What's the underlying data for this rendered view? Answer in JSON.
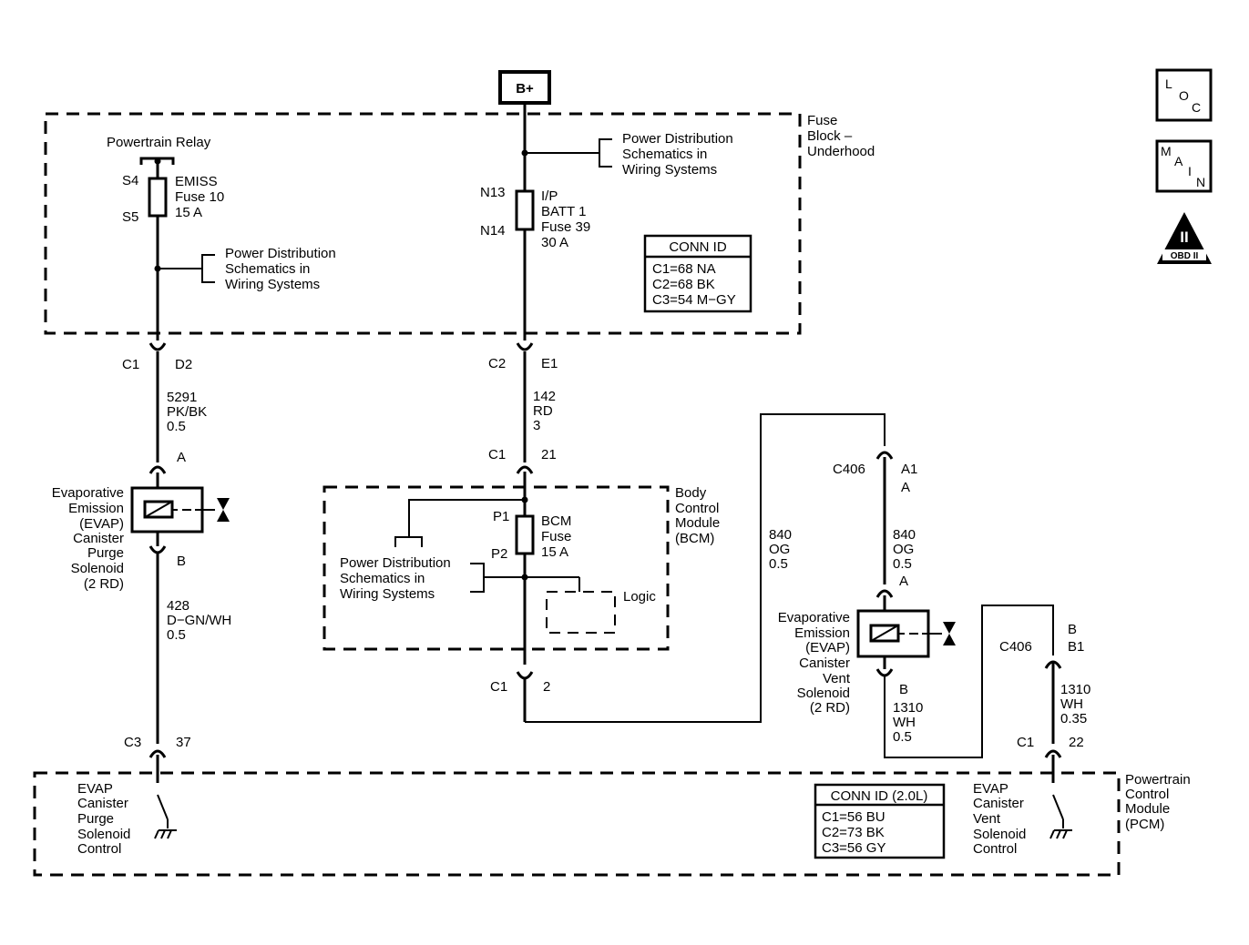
{
  "bplus": "B+",
  "fuse_block": {
    "l1": "Fuse",
    "l2": "Block –",
    "l3": "Underhood"
  },
  "relay": "Powertrain Relay",
  "emiss": {
    "s4": "S4",
    "s5": "S5",
    "l1": "EMISS",
    "l2": "Fuse 10",
    "l3": "15 A"
  },
  "pd_text": {
    "l1": "Power Distribution",
    "l2": "Schematics in",
    "l3": "Wiring Systems"
  },
  "ip_fuse": {
    "n13": "N13",
    "n14": "N14",
    "l1": "I/P",
    "l2": "BATT 1",
    "l3": "Fuse 39",
    "l4": "30 A"
  },
  "conn_id_fb": {
    "title": "CONN ID",
    "l1": "C1=68 NA",
    "l2": "C2=68 BK",
    "l3": "C3=54 M−GY"
  },
  "conns": {
    "c1_left": "C1",
    "d2": "D2",
    "c2": "C2",
    "e1": "E1",
    "c1_bcm_top": "C1",
    "p21": "21",
    "c1_bcm_bot": "C1",
    "p2": "2",
    "c406_a": "C406",
    "a1": "A1",
    "a_top": "A",
    "a_vent": "A",
    "b_vent": "B",
    "c406_b": "C406",
    "b_top": "B",
    "b1": "B1",
    "c3": "C3",
    "p37": "37",
    "c1_pcm": "C1",
    "p22": "22",
    "a_purge": "A",
    "b_purge": "B"
  },
  "wires": {
    "w5291": {
      "num": "5291",
      "color": "PK/BK",
      "size": "0.5"
    },
    "w142": {
      "num": "142",
      "color": "RD",
      "size": "3"
    },
    "w428": {
      "num": "428",
      "color": "D−GN/WH",
      "size": "0.5"
    },
    "w840a": {
      "num": "840",
      "color": "OG",
      "size": "0.5"
    },
    "w840b": {
      "num": "840",
      "color": "OG",
      "size": "0.5"
    },
    "w1310a": {
      "num": "1310",
      "color": "WH",
      "size": "0.5"
    },
    "w1310b": {
      "num": "1310",
      "color": "WH",
      "size": "0.35"
    }
  },
  "purge": {
    "l1": "Evaporative",
    "l2": "Emission",
    "l3": "(EVAP)",
    "l4": "Canister",
    "l5": "Purge",
    "l6": "Solenoid",
    "l7": "(2 RD)"
  },
  "vent": {
    "l1": "Evaporative",
    "l2": "Emission",
    "l3": "(EVAP)",
    "l4": "Canister",
    "l5": "Vent",
    "l6": "Solenoid",
    "l7": "(2 RD)"
  },
  "bcm": {
    "l1": "Body",
    "l2": "Control",
    "l3": "Module",
    "l4": "(BCM)",
    "p1": "P1",
    "p2": "P2",
    "f1": "BCM",
    "f2": "Fuse",
    "f3": "15 A",
    "logic": "Logic"
  },
  "pcm": {
    "l1": "Powertrain",
    "l2": "Control",
    "l3": "Module",
    "l4": "(PCM)"
  },
  "pcm_purge": {
    "l1": "EVAP",
    "l2": "Canister",
    "l3": "Purge",
    "l4": "Solenoid",
    "l5": "Control"
  },
  "pcm_vent": {
    "l1": "EVAP",
    "l2": "Canister",
    "l3": "Vent",
    "l4": "Solenoid",
    "l5": "Control"
  },
  "conn_id_pcm": {
    "title": "CONN ID (2.0L)",
    "l1": "C1=56 BU",
    "l2": "C2=73 BK",
    "l3": "C3=56 GY"
  },
  "icons": {
    "loc": {
      "l": "L",
      "o": "O",
      "c": "C"
    },
    "main": {
      "m": "M",
      "a": "A",
      "i": "I",
      "n": "N"
    },
    "obd": {
      "num": "II",
      "label": "OBD II"
    }
  }
}
